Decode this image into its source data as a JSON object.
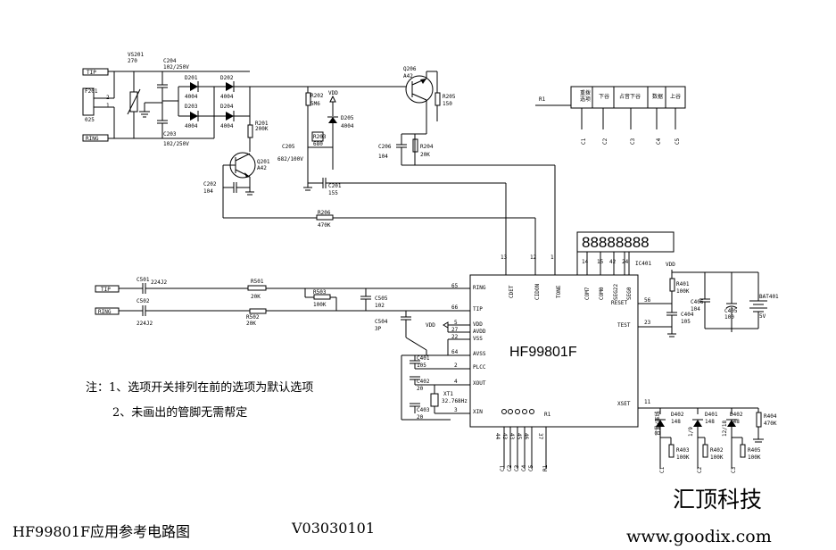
{
  "top": {
    "tip": "TIP",
    "ring": "RING",
    "fuse": "F201",
    "fuse_val": "025",
    "vs": "VS201",
    "vs_val": "270",
    "c204": "C204",
    "c204_val": "102/250V",
    "c203": "C203",
    "c203_val": "102/250V"
  },
  "bottom": {
    "tip": "TIP",
    "ring": "RING"
  },
  "lcd": "88888888",
  "ic": {
    "name": "HF99801F"
  },
  "notes": {
    "line1": "注：1、选项开关排列在前的选项为默认选项",
    "line2": "2、未画出的管脚无需帮定"
  },
  "footer": {
    "title": "HF99801F应用参考电路图",
    "version": "V03030101",
    "company": "汇顶科技",
    "website": "www.goodix.com"
  }
}
